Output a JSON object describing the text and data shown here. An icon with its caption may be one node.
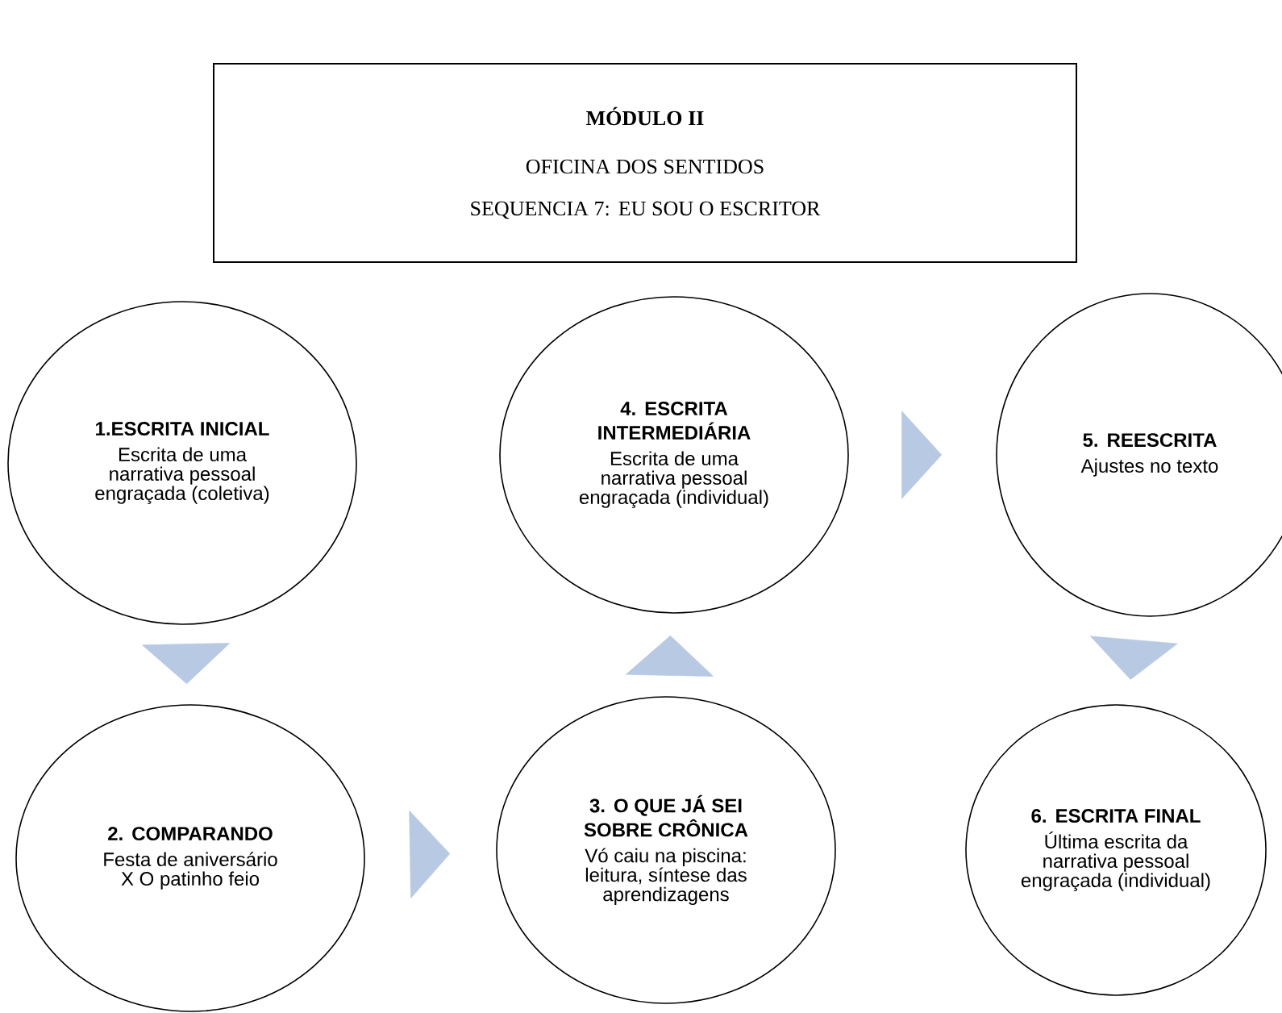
{
  "diagram": {
    "nodes": [
      {
        "text": [
          "MÓDULO II",
          "OFICINA DOS SENTIDOS",
          "SEQUENCIA 7: EU SOU O ESCRITOR"
        ]
      },
      {
        "text": [
          "1.ESCRITA INICIAL",
          "Escrita de uma narrativa pessoal engraçada (coletiva)"
        ]
      },
      {
        "text": [
          "4. ESCRITA INTERMEDIÁRIA",
          "Escrita de uma narrativa pessoal engraçada (individual)"
        ]
      },
      {
        "text": [
          "5. REESCRITA",
          "Ajustes no texto"
        ]
      },
      {
        "text": [
          "2. COMPARANDO",
          "Festa de aniversário X O patinho feio"
        ]
      },
      {
        "text": [
          "3. O QUE JÁ SEI SOBRE CRÔNICA",
          "Vó caiu na piscina: leitura, síntese das aprendizagens"
        ]
      },
      {
        "text": [
          "6. ESCRITA FINAL",
          "Última escrita da narrativa pessoal engraçada (individual)"
        ]
      }
    ],
    "edges": [
      {
        "from": 1,
        "to": 4,
        "arrow": "to"
      },
      {
        "from": 4,
        "to": 5,
        "arrow": "to"
      },
      {
        "from": 5,
        "to": 2,
        "arrow": "to"
      },
      {
        "from": 2,
        "to": 3,
        "arrow": "to"
      },
      {
        "from": 3,
        "to": 6,
        "arrow": "to"
      }
    ]
  }
}
